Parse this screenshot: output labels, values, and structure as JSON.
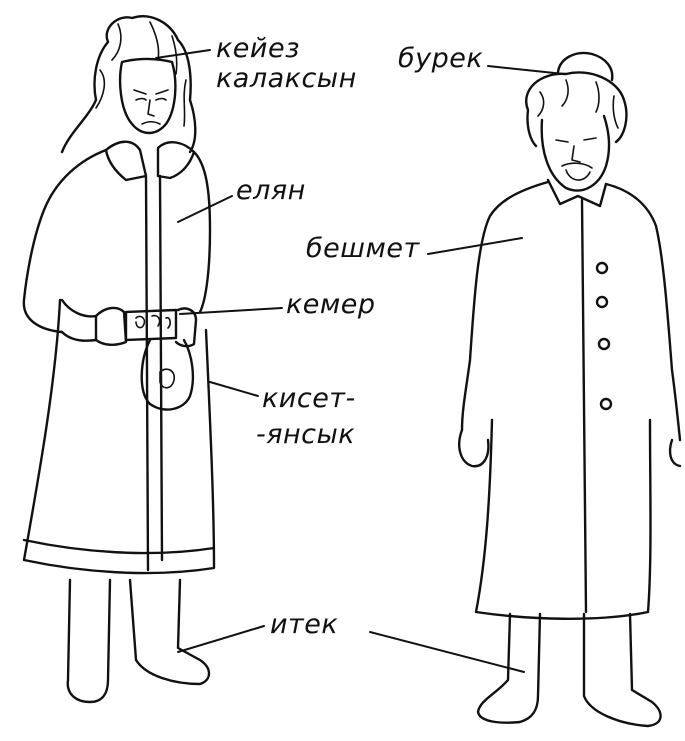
{
  "labels": {
    "hat_woman_1": "кейез",
    "hat_woman_2": "калаксын",
    "coat_woman": "елян",
    "belt": "кемер",
    "pouch_1": "кисет-",
    "pouch_2": "-янсык",
    "hat_man": "бурек",
    "coat_man": "бешмет",
    "boots": "итек"
  }
}
